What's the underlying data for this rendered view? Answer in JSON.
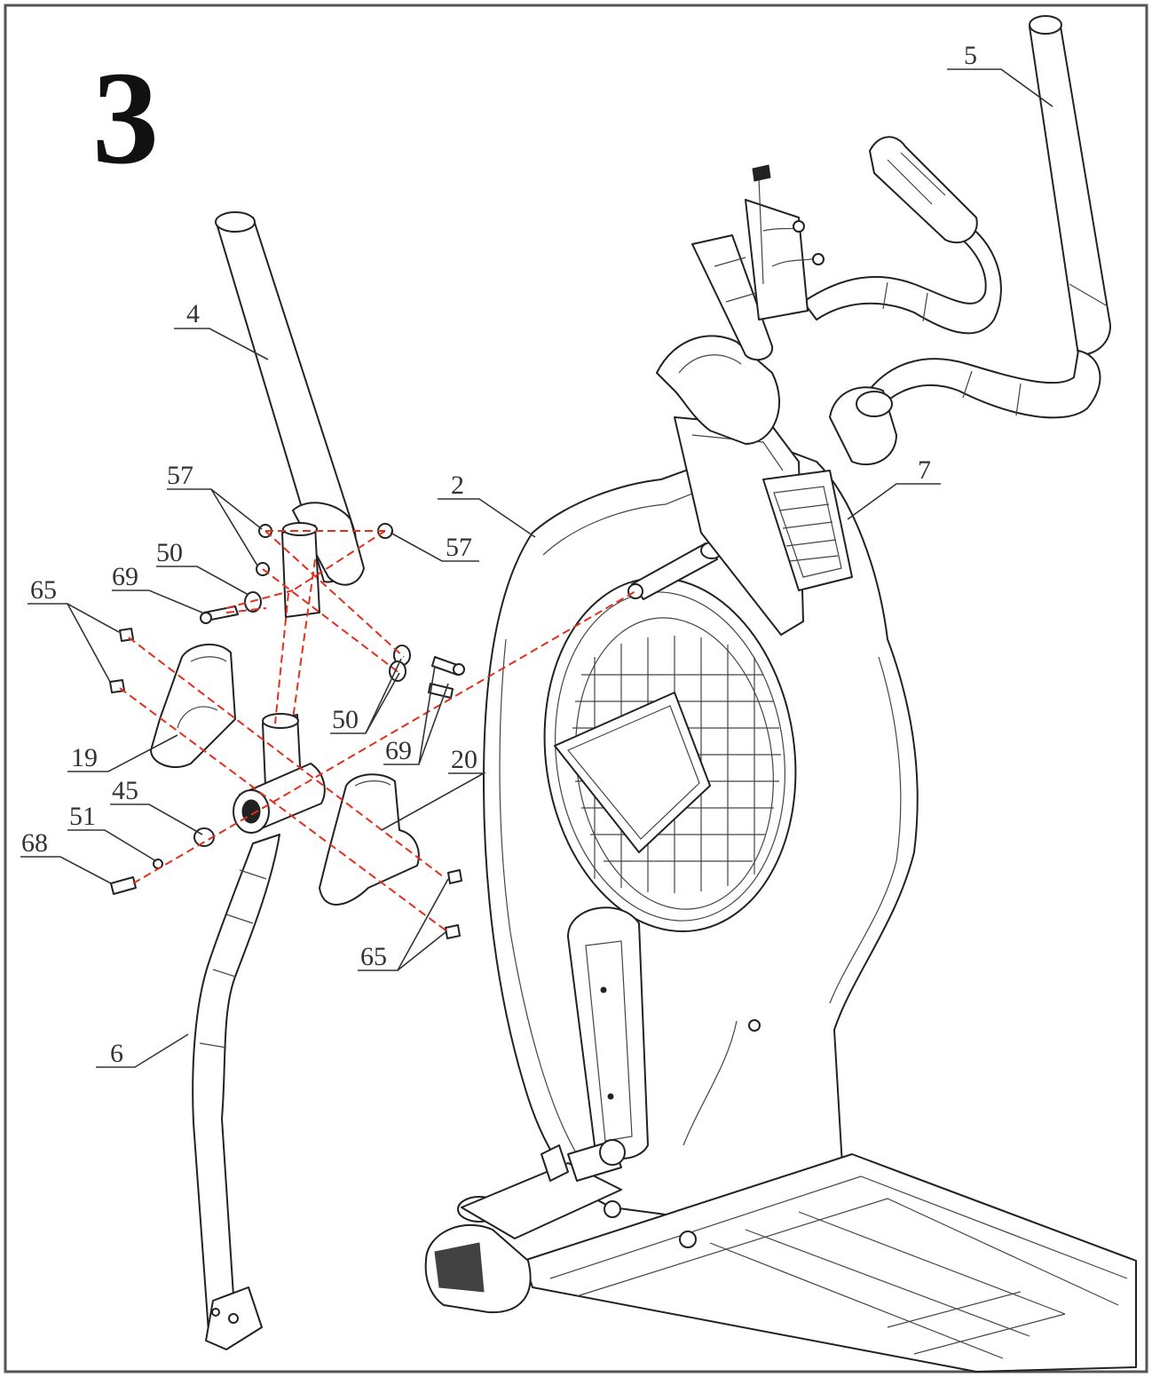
{
  "step_number": "3",
  "part_labels": [
    {
      "id": "5"
    },
    {
      "id": "4"
    },
    {
      "id": "2"
    },
    {
      "id": "7"
    },
    {
      "id": "57"
    },
    {
      "id": "57"
    },
    {
      "id": "50"
    },
    {
      "id": "69"
    },
    {
      "id": "65"
    },
    {
      "id": "50"
    },
    {
      "id": "69"
    },
    {
      "id": "19"
    },
    {
      "id": "20"
    },
    {
      "id": "45"
    },
    {
      "id": "51"
    },
    {
      "id": "68"
    },
    {
      "id": "65"
    },
    {
      "id": "6"
    }
  ],
  "colors": {
    "line_art": "#222222",
    "assembly_axis": "#e0301e",
    "background": "#ffffff"
  }
}
